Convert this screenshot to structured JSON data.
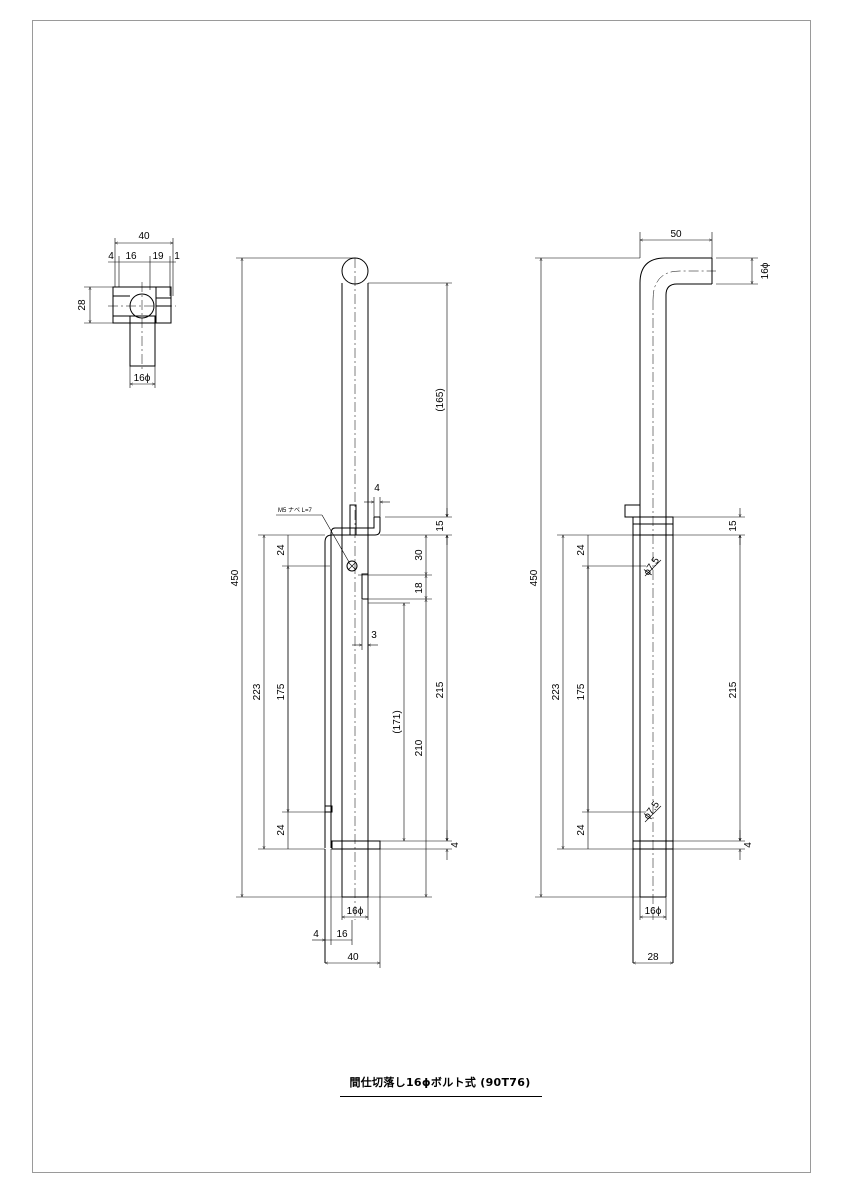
{
  "drawing": {
    "title": "間仕切落し16ϕボルト式 (90T76)",
    "note": "M5 ナベ L=7",
    "top_view": {
      "width": "40",
      "seg_a": "4",
      "seg_b": "16",
      "seg_c": "19",
      "seg_d": "1",
      "height": "28",
      "bar": "16ϕ"
    },
    "front_view": {
      "total_length": "450",
      "upper": "(165)",
      "gap": "4",
      "bracket": "15",
      "screw_offset": "30",
      "slot": "18",
      "slot_width": "3",
      "span": "215",
      "stroke": "(171)",
      "travel": "210",
      "bottom_plate": "4",
      "mount_height": "223",
      "hole_pitch": "175",
      "top_hole": "24",
      "bottom_hole": "24",
      "bar": "16ϕ",
      "base_a": "4",
      "base_b": "16",
      "base_width": "40"
    },
    "side_view": {
      "total_length": "450",
      "handle": "50",
      "handle_dia": "16ϕ",
      "bracket": "15",
      "mount_height": "223",
      "hole_pitch": "175",
      "top_hole": "24",
      "bottom_hole": "24",
      "span": "215",
      "hole_dia_top": "ϕ7.5",
      "hole_dia_bottom": "ϕ7.5",
      "bottom_plate": "4",
      "bar": "16ϕ",
      "base_width": "28"
    }
  }
}
